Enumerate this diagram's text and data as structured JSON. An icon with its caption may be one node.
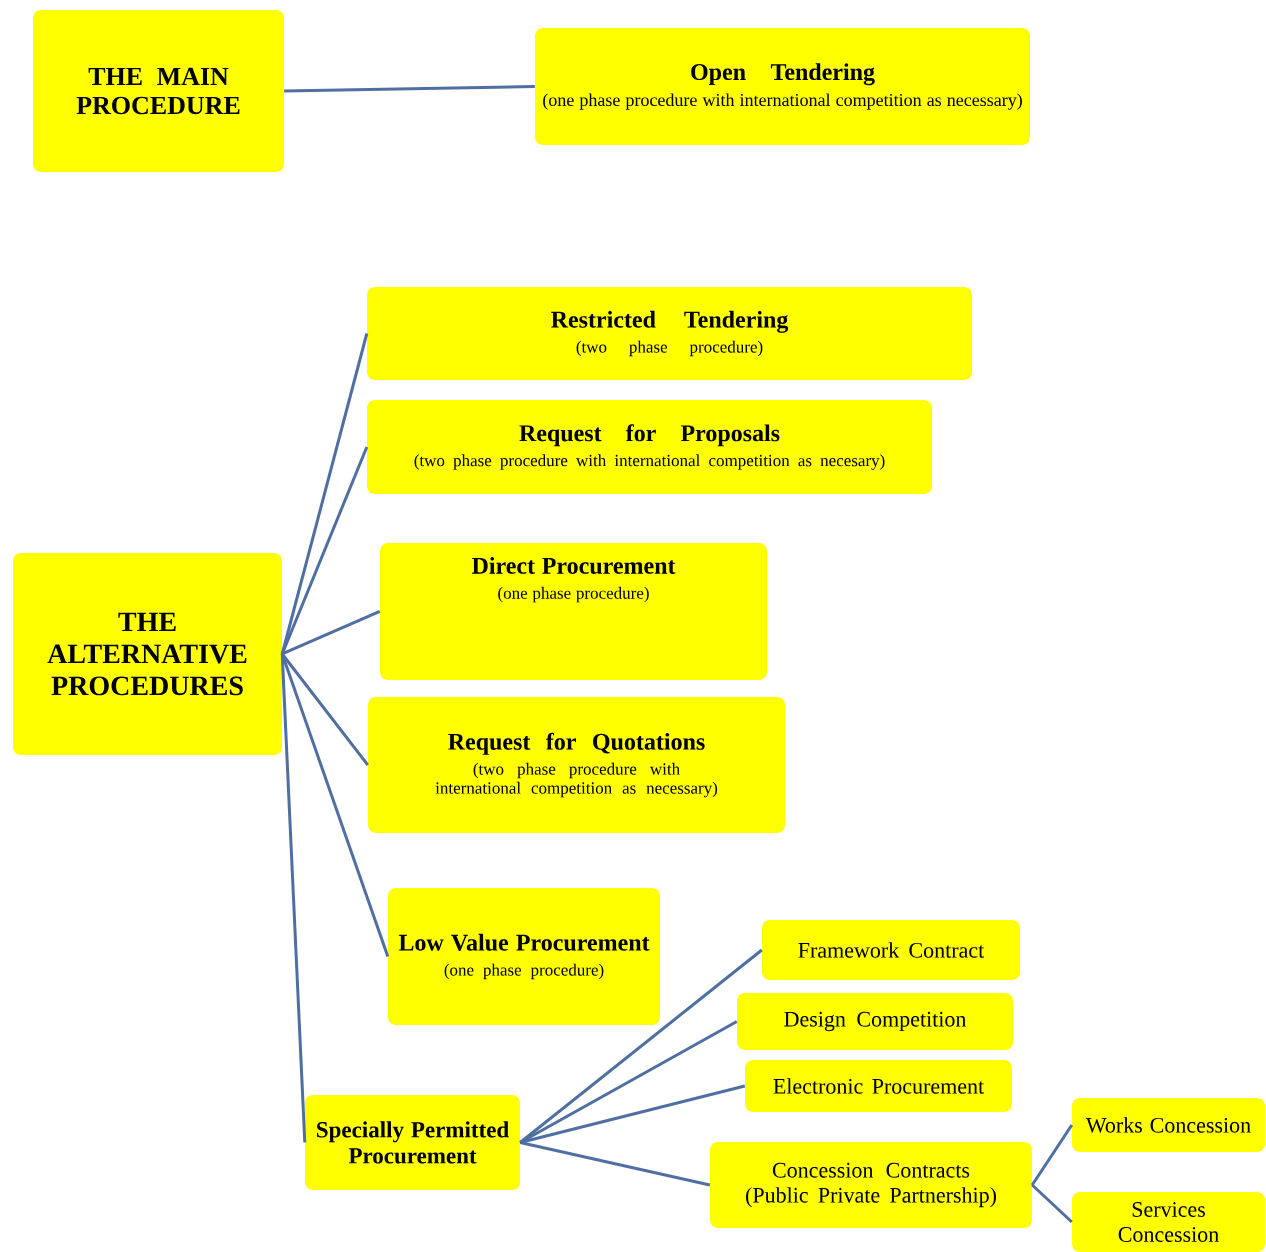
{
  "diagram": {
    "nodes": [
      {
        "text": [
          "THE MAIN PROCEDURE"
        ]
      },
      {
        "text": [
          "Open Tendering",
          "(one phase procedure with international competition as necessary)"
        ]
      },
      {
        "text": [
          "THE ALTERNATIVE PROCEDURES"
        ]
      },
      {
        "text": [
          "Restricted Tendering",
          "(two phase procedure)"
        ]
      },
      {
        "text": [
          "Request for Proposals",
          "(two phase procedure with international competition as necesary)"
        ]
      },
      {
        "text": [
          "Direct Procurement",
          "(one phase procedure)"
        ]
      },
      {
        "text": [
          "Request for Quotations",
          "(two phase procedure with international competition as necessary)"
        ]
      },
      {
        "text": [
          "Low Value Procurement",
          "(one phase procedure)"
        ]
      },
      {
        "text": [
          "Specially Permitted Procurement"
        ]
      },
      {
        "text": [
          "Framework Contract"
        ]
      },
      {
        "text": [
          "Design Competition"
        ]
      },
      {
        "text": [
          "Electronic Procurement"
        ]
      },
      {
        "text": [
          "Concession Contracts (Public Private Partnership)"
        ]
      },
      {
        "text": [
          "Works Concession"
        ]
      },
      {
        "text": [
          "Services Concession"
        ]
      }
    ],
    "edges": [
      {
        "from": 0,
        "to": 1,
        "arrow": "none"
      },
      {
        "from": 2,
        "to": 3,
        "arrow": "none"
      },
      {
        "from": 2,
        "to": 4,
        "arrow": "none"
      },
      {
        "from": 2,
        "to": 5,
        "arrow": "none"
      },
      {
        "from": 2,
        "to": 6,
        "arrow": "none"
      },
      {
        "from": 2,
        "to": 7,
        "arrow": "none"
      },
      {
        "from": 2,
        "to": 8,
        "arrow": "none"
      },
      {
        "from": 8,
        "to": 9,
        "arrow": "none"
      },
      {
        "from": 8,
        "to": 10,
        "arrow": "none"
      },
      {
        "from": 8,
        "to": 11,
        "arrow": "none"
      },
      {
        "from": 8,
        "to": 12,
        "arrow": "none"
      },
      {
        "from": 12,
        "to": 13,
        "arrow": "none"
      },
      {
        "from": 12,
        "to": 14,
        "arrow": "none"
      }
    ]
  }
}
